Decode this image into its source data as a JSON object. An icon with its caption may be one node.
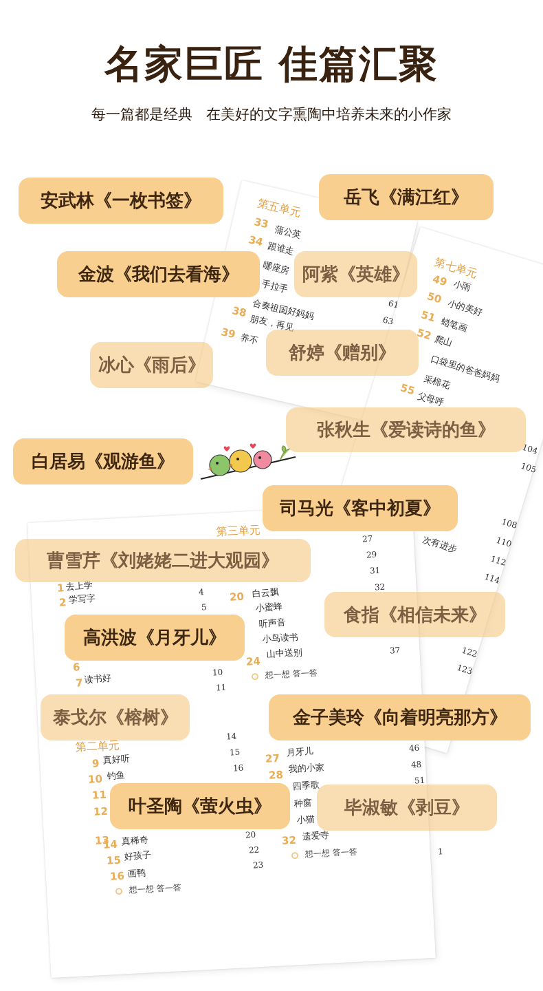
{
  "diagram": {
    "title": "名家巨匠 佳篇汇聚",
    "nodes": [
      {
        "text": [
          "安武林《一枚书签》"
        ]
      },
      {
        "text": [
          "岳飞《满江红》"
        ]
      },
      {
        "text": [
          "金波《我们去看海》"
        ]
      },
      {
        "text": [
          "阿紫《英雄》"
        ]
      },
      {
        "text": [
          "冰心《雨后》"
        ]
      },
      {
        "text": [
          "舒婷《赠别》"
        ]
      },
      {
        "text": [
          "张秋生《爱读诗的鱼》"
        ]
      },
      {
        "text": [
          "白居易《观游鱼》"
        ]
      },
      {
        "text": [
          "司马光《客中初夏》"
        ]
      },
      {
        "text": [
          "曹雪芹《刘姥姥二进大观园》"
        ]
      },
      {
        "text": [
          "食指《相信未来》"
        ]
      },
      {
        "text": [
          "高洪波《月牙儿》"
        ]
      },
      {
        "text": [
          "泰戈尔《榕树》"
        ]
      },
      {
        "text": [
          "金子美玲《向着明亮那方》"
        ]
      },
      {
        "text": [
          "叶圣陶《萤火虫》"
        ]
      },
      {
        "text": [
          "毕淑敏《剥豆》"
        ]
      }
    ],
    "labels": [
      "每一篇都是经典",
      "在美好的文字熏陶中培养未来的小作家",
      "第五单元",
      "33",
      "蒲公英",
      "34",
      "跟谁走",
      "哪座房",
      "手拉手",
      "61",
      "合奏祖国好妈妈",
      "63",
      "38",
      "朋友，再见",
      "39",
      "养不",
      "第七单元",
      "49",
      "小雨",
      "50",
      "小的美好",
      "51",
      "蜡笔画",
      "52",
      "爬山",
      "口袋里的爸爸妈妈",
      "采棉花",
      "55",
      "父母呼",
      "104",
      "105",
      "108",
      "次有进步",
      "110",
      "112",
      "114",
      "122",
      "123",
      "1",
      "去上学",
      "2",
      "学写字",
      "4",
      "5",
      "6",
      "7",
      "读书好",
      "10",
      "11",
      "第二单元",
      "9",
      "真好听",
      "14",
      "10",
      "钓鱼",
      "15",
      "11",
      "16",
      "12",
      "13",
      "14",
      "真稀奇",
      "20",
      "15",
      "好孩子",
      "22",
      "16",
      "画鸭",
      "23",
      "想一想 答一答",
      "第三单元",
      "27",
      "29",
      "31",
      "20",
      "白云飘",
      "32",
      "小蜜蜂",
      "听声音",
      "小鸟读书",
      "24",
      "山中送别",
      "37",
      "想一想 答一答",
      "27",
      "月牙儿",
      "46",
      "28",
      "我的小家",
      "48",
      "四季歌",
      "51",
      "种窗",
      "小猫",
      "32",
      "遗爱寺",
      "想一想 答一答",
      "1"
    ]
  }
}
